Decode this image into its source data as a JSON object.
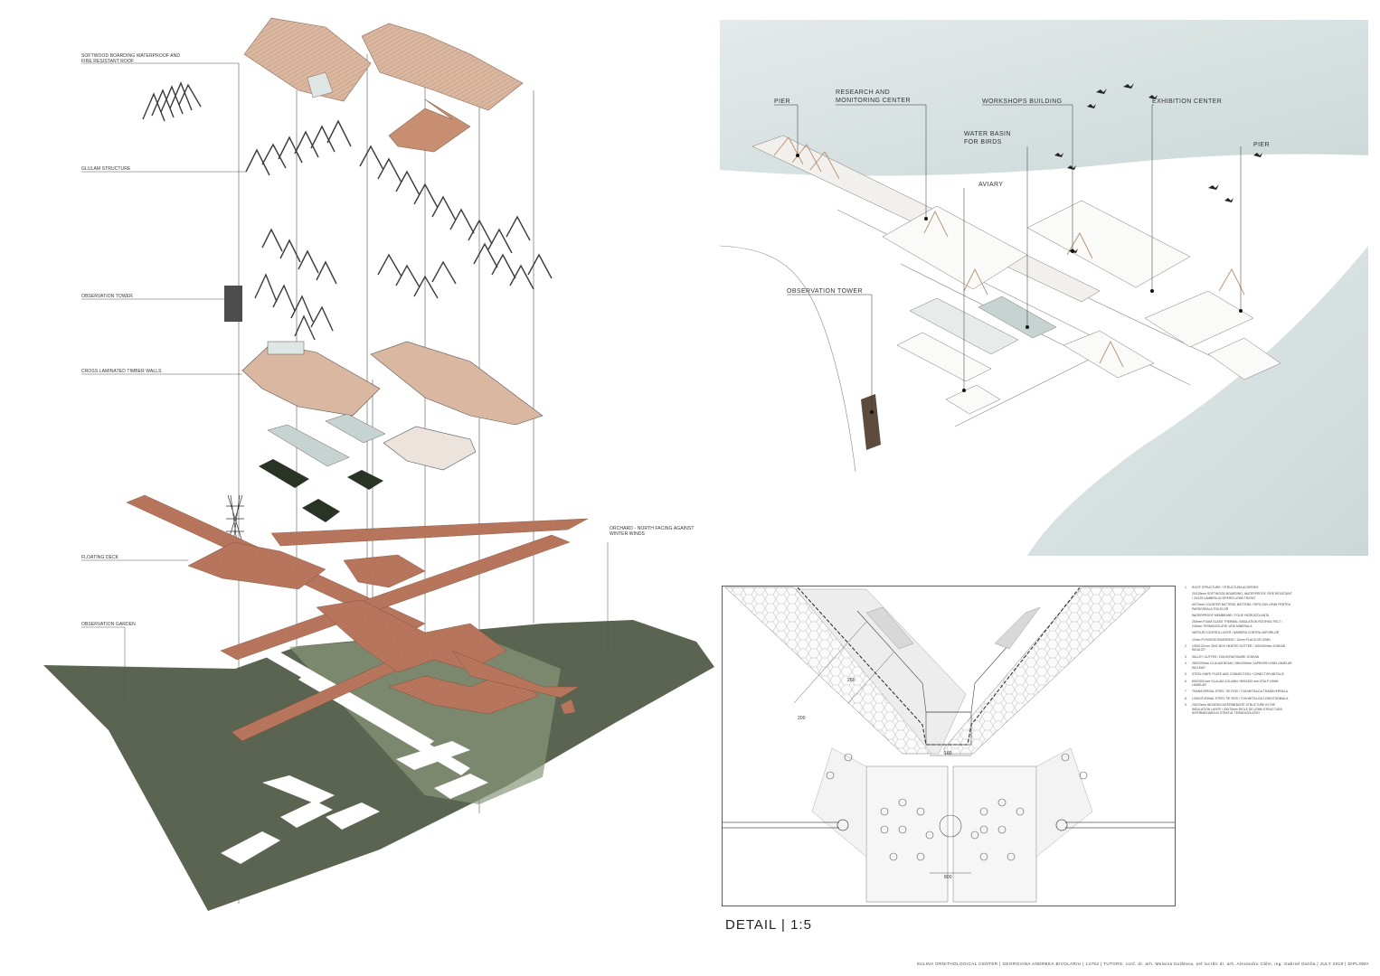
{
  "axonometric": {
    "labels": {
      "roof": "SOFTWOOD BOARDING WATERPROOF AND FIRE RESISTANT ROOF",
      "glulam": "GLULAM STRUCTURE",
      "tower": "OBSERVATION TOWER",
      "clt": "CROSS LAMINATED TIMBER WALLS",
      "orchard": "ORCHARD - NORTH FACING AGAINST WINTER WINDS",
      "deck": "FLOATING DECK",
      "garden": "OBSERVATION GARDEN"
    }
  },
  "site_plan": {
    "labels": {
      "pier_left": "PIER",
      "research": "RESEARCH AND\nMONITORING CENTER",
      "workshops": "WORKSHOPS BUILDING",
      "water_basin": "WATER BASIN\nFOR BIRDS",
      "exhibition": "EXHIBITION CENTER",
      "pier_right": "PIER",
      "aviary": "AVIARY",
      "tower": "OBSERVATION TOWER"
    }
  },
  "detail": {
    "title": "DETAIL | 1:5",
    "dims": {
      "d1": "260",
      "d2": "200",
      "d3": "160",
      "d4": "800"
    },
    "legend": [
      {
        "num": "1",
        "text": "ROOF STRUCTURE / STRUCTURA ACOPERIS"
      },
      {
        "num": "",
        "text": "20/125mm SOFTWOOD BOARDING, WATERPROOF, FIRE RESISTANT / 20/125 LAMBRIU ACOPERIS LEMN TRATAT"
      },
      {
        "num": "",
        "text": "60/70mm COUNTER BATTENS, BATTENS / SIPCI DIN LEMN PENTRU PARDOSEALA TIGLELOR"
      },
      {
        "num": "",
        "text": "WATERPROOF MEMBRANE / FOLIE HIDROIZOLANTA"
      },
      {
        "num": "",
        "text": "250mm FOAM GLASS THERMAL INSULATION ROOFING FELT / 240mm TERMOIZOLATIE VATA MINERALA"
      },
      {
        "num": "",
        "text": "VAPOUR CONTROL LAYER / BARIERA CONTRA VAPORILOR"
      },
      {
        "num": "",
        "text": "12mm PLYWOOD BOARDING / 12mm PLACA DE LEMN"
      },
      {
        "num": "2",
        "text": "105X120 mm ZINC BOX HEATED GUTTER / 100X300mm JGHEAB INCALZIT"
      },
      {
        "num": "3",
        "text": "VALLEY GUTTER / DOLIE/RAITINARE JGHEAB"
      },
      {
        "num": "4",
        "text": "280X200mm GLULAM BEAM / 280x200mm CAPRIORI LEMN LAMELAR INCLEIAT"
      },
      {
        "num": "5",
        "text": "STEEL KNIFE PLATE AND CONNECTION / CONECTOR METALIC"
      },
      {
        "num": "6",
        "text": "800X300 mm GLULAM COLUMN / 800X300 mm STALP LEMN LAMELAR"
      },
      {
        "num": "7",
        "text": "TRANSVERSAL STEEL TIE ROD / TIJA METALICA TRANSVERSALA"
      },
      {
        "num": "8",
        "text": "LONGITUDINAL STEEL TIE ROD / TIJA METALICA LONGITUDINALA"
      },
      {
        "num": "9",
        "text": "200/70mm WOODEN INTERMEDIATE STRUCTURE IN THE INSULATION LAYER / 200/70mm RIGLE DE LEMN STRUCTURA INTERMEDIARA IN STRATUL TERMOIZOLATIEI"
      }
    ]
  },
  "footer": "SULINA ORNITHOLOGICAL CENTER | GEORGIANA ANDREEA BIVOLARIU | 14752 | TUTORS: conf. dr. arh. Melania Dulămea, șef lucrări dr. arh. Alexandru Călin, ing. Gabriel Danila | JULY 2019 | DIPLOMA",
  "colors": {
    "timber": "#b9775e",
    "timber_light": "#d9b7a0",
    "garden": "#5a6450",
    "garden_light": "#8a977a",
    "water": "#d7e1e1",
    "dark_pad": "#2a3426",
    "glass": "#c7d3d1"
  }
}
